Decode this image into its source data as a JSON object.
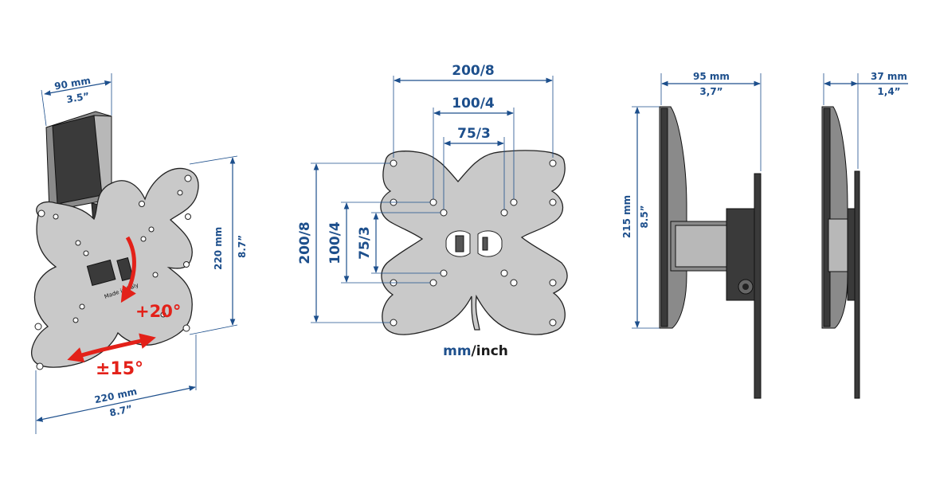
{
  "views": {
    "angled": {
      "width_top": {
        "metric": "90 mm",
        "imperial": "3.5”"
      },
      "height": {
        "metric": "220 mm",
        "imperial": "8.7”"
      },
      "width_bottom": {
        "metric": "220 mm",
        "imperial": "8.7”"
      },
      "tilt": "+20°",
      "swivel": "±15°"
    },
    "front": {
      "horiz": [
        "200/8",
        "100/4",
        "75/3"
      ],
      "vert": [
        "200/8",
        "100/4",
        "75/3"
      ],
      "unit_caption": {
        "part1": "mm",
        "sep": "/",
        "part2": "inch"
      }
    },
    "side": {
      "depth": {
        "metric": "95 mm",
        "imperial": "3,7”"
      },
      "height": {
        "metric": "215 mm",
        "imperial": "8.5”"
      }
    },
    "side_folded": {
      "depth": {
        "metric": "37 mm",
        "imperial": "1,4”"
      }
    }
  },
  "colors": {
    "dimension": "#1d4f8c",
    "angle": "#e32119",
    "plate": "#c9c9c9"
  }
}
